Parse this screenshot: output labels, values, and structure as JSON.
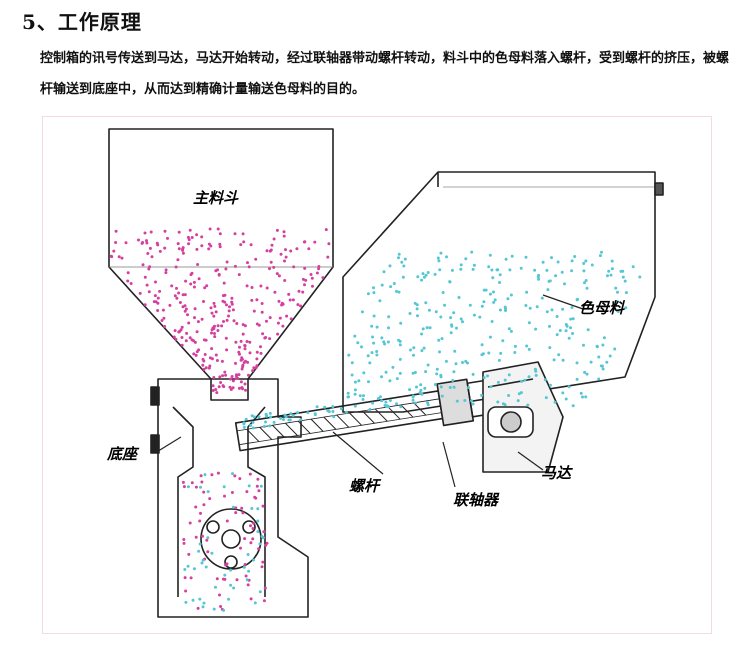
{
  "section": {
    "title": "5、工作原理",
    "description": "控制箱的讯号传送到马达，马达开始转动，经过联轴器带动螺杆转动，料斗中的色母料落入螺杆，受到螺杆的挤压，被螺杆输送到底座中，从而达到精确计量输送色母料的目的。"
  },
  "diagram": {
    "labels": {
      "main_hopper": "主料斗",
      "masterbatch": "色母料",
      "base": "底座",
      "screw": "螺杆",
      "coupling": "联轴器",
      "motor": "马达"
    },
    "colors": {
      "main_material": "#d4409e",
      "masterbatch_material": "#55c6d4",
      "outline": "#222222",
      "frame_border": "#f2dcdc"
    }
  }
}
